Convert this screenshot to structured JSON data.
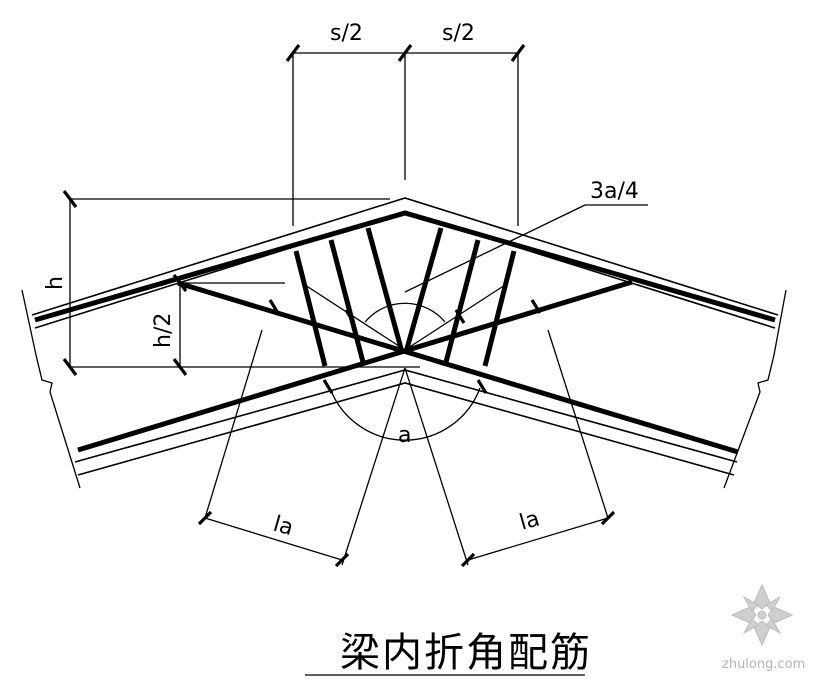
{
  "labels": {
    "s_half_left": "s/2",
    "s_half_right": "s/2",
    "three_a_quarter": "3a/4",
    "h": "h",
    "h_half": "h/2",
    "alpha": "a",
    "la_left": "la",
    "la_right": "la"
  },
  "title": "梁内折角配筋",
  "watermark": {
    "text": "zhulong.com",
    "icon": "zhulong-logo-icon"
  },
  "colors": {
    "line": "#000000",
    "watermark": "#b5b5b5"
  }
}
